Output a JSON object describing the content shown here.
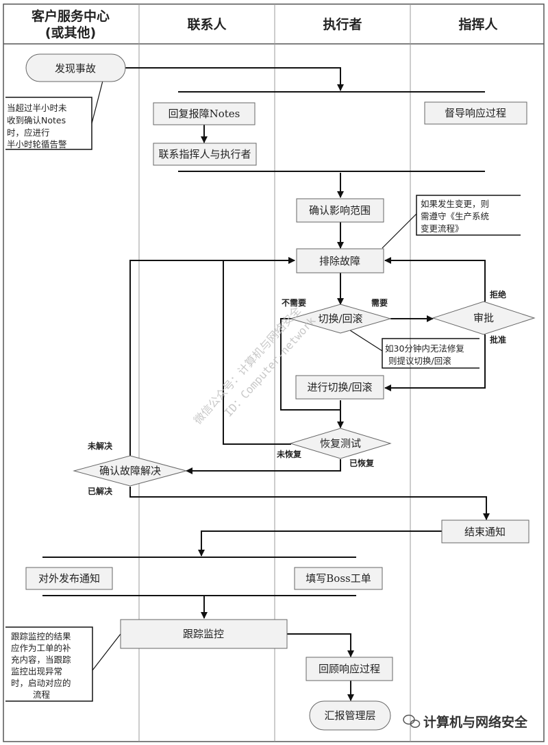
{
  "lanes": {
    "customer": [
      "客户服务中心",
      "(或其他)"
    ],
    "contact": "联系人",
    "executor": "执行者",
    "commander": "指挥人"
  },
  "nodes": {
    "discover": "发现事故",
    "reply_notes": "回复报障Notes",
    "contact_both": "联系指挥人与执行者",
    "supervise": "督导响应过程",
    "confirm_scope": "确认影响范围",
    "troubleshoot": "排除故障",
    "switch_rollback": "切换/回滚",
    "approve": "审批",
    "do_switch": "进行切换/回滚",
    "recovery_test": "恢复测试",
    "confirm_resolved": "确认故障解决",
    "end_notice": "结束通知",
    "publish_notice": "对外发布通知",
    "fill_boss": "填写Boss工单",
    "track_monitor": "跟踪监控",
    "review": "回顾响应过程",
    "report": "汇报管理层"
  },
  "notes": {
    "escalation": [
      "当超过半小时未",
      "收到确认Notes",
      "时，应进行",
      "半小时轮循告警"
    ],
    "change_rule": [
      "如果发生变更，则",
      "需遵守《生产系统",
      "变更流程》"
    ],
    "thirty_min": [
      "如30分钟内无法修复",
      "则提议切换/回滚"
    ],
    "tracking": [
      "跟踪监控的结果",
      "应作为工单的补",
      "充内容，当跟踪",
      "监控出现异常",
      "时，启动对应的",
      "流程"
    ]
  },
  "labels": {
    "not_needed": "不需要",
    "needed": "需要",
    "rejected": "拒绝",
    "approved": "批准",
    "not_recovered": "未恢复",
    "recovered": "已恢复",
    "unresolved": "未解决",
    "resolved": "已解决"
  },
  "watermark": [
    "微信公众号：计算机与网络安全",
    "ID：Computer-network"
  ],
  "footer": "计算机与网络安全"
}
